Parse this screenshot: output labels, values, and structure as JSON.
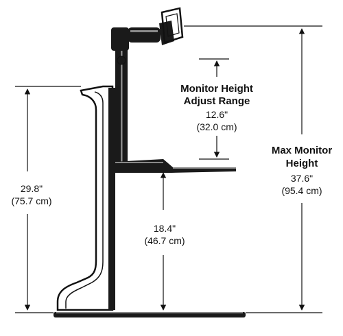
{
  "dimensions": {
    "base_height": {
      "inches": "29.8\"",
      "cm": "(75.7 cm)"
    },
    "keyboard_height": {
      "inches": "18.4\"",
      "cm": "(46.7 cm)"
    },
    "monitor_adjust": {
      "title_line1": "Monitor Height",
      "title_line2": "Adjust Range",
      "inches": "12.6\"",
      "cm": "(32.0 cm)"
    },
    "max_monitor": {
      "title_line1": "Max Monitor",
      "title_line2": "Height",
      "inches": "37.6\"",
      "cm": "(95.4 cm)"
    }
  },
  "colors": {
    "line": "#111111",
    "body_fill": "#1a1a1a",
    "highlight": "#8a8a8a"
  }
}
